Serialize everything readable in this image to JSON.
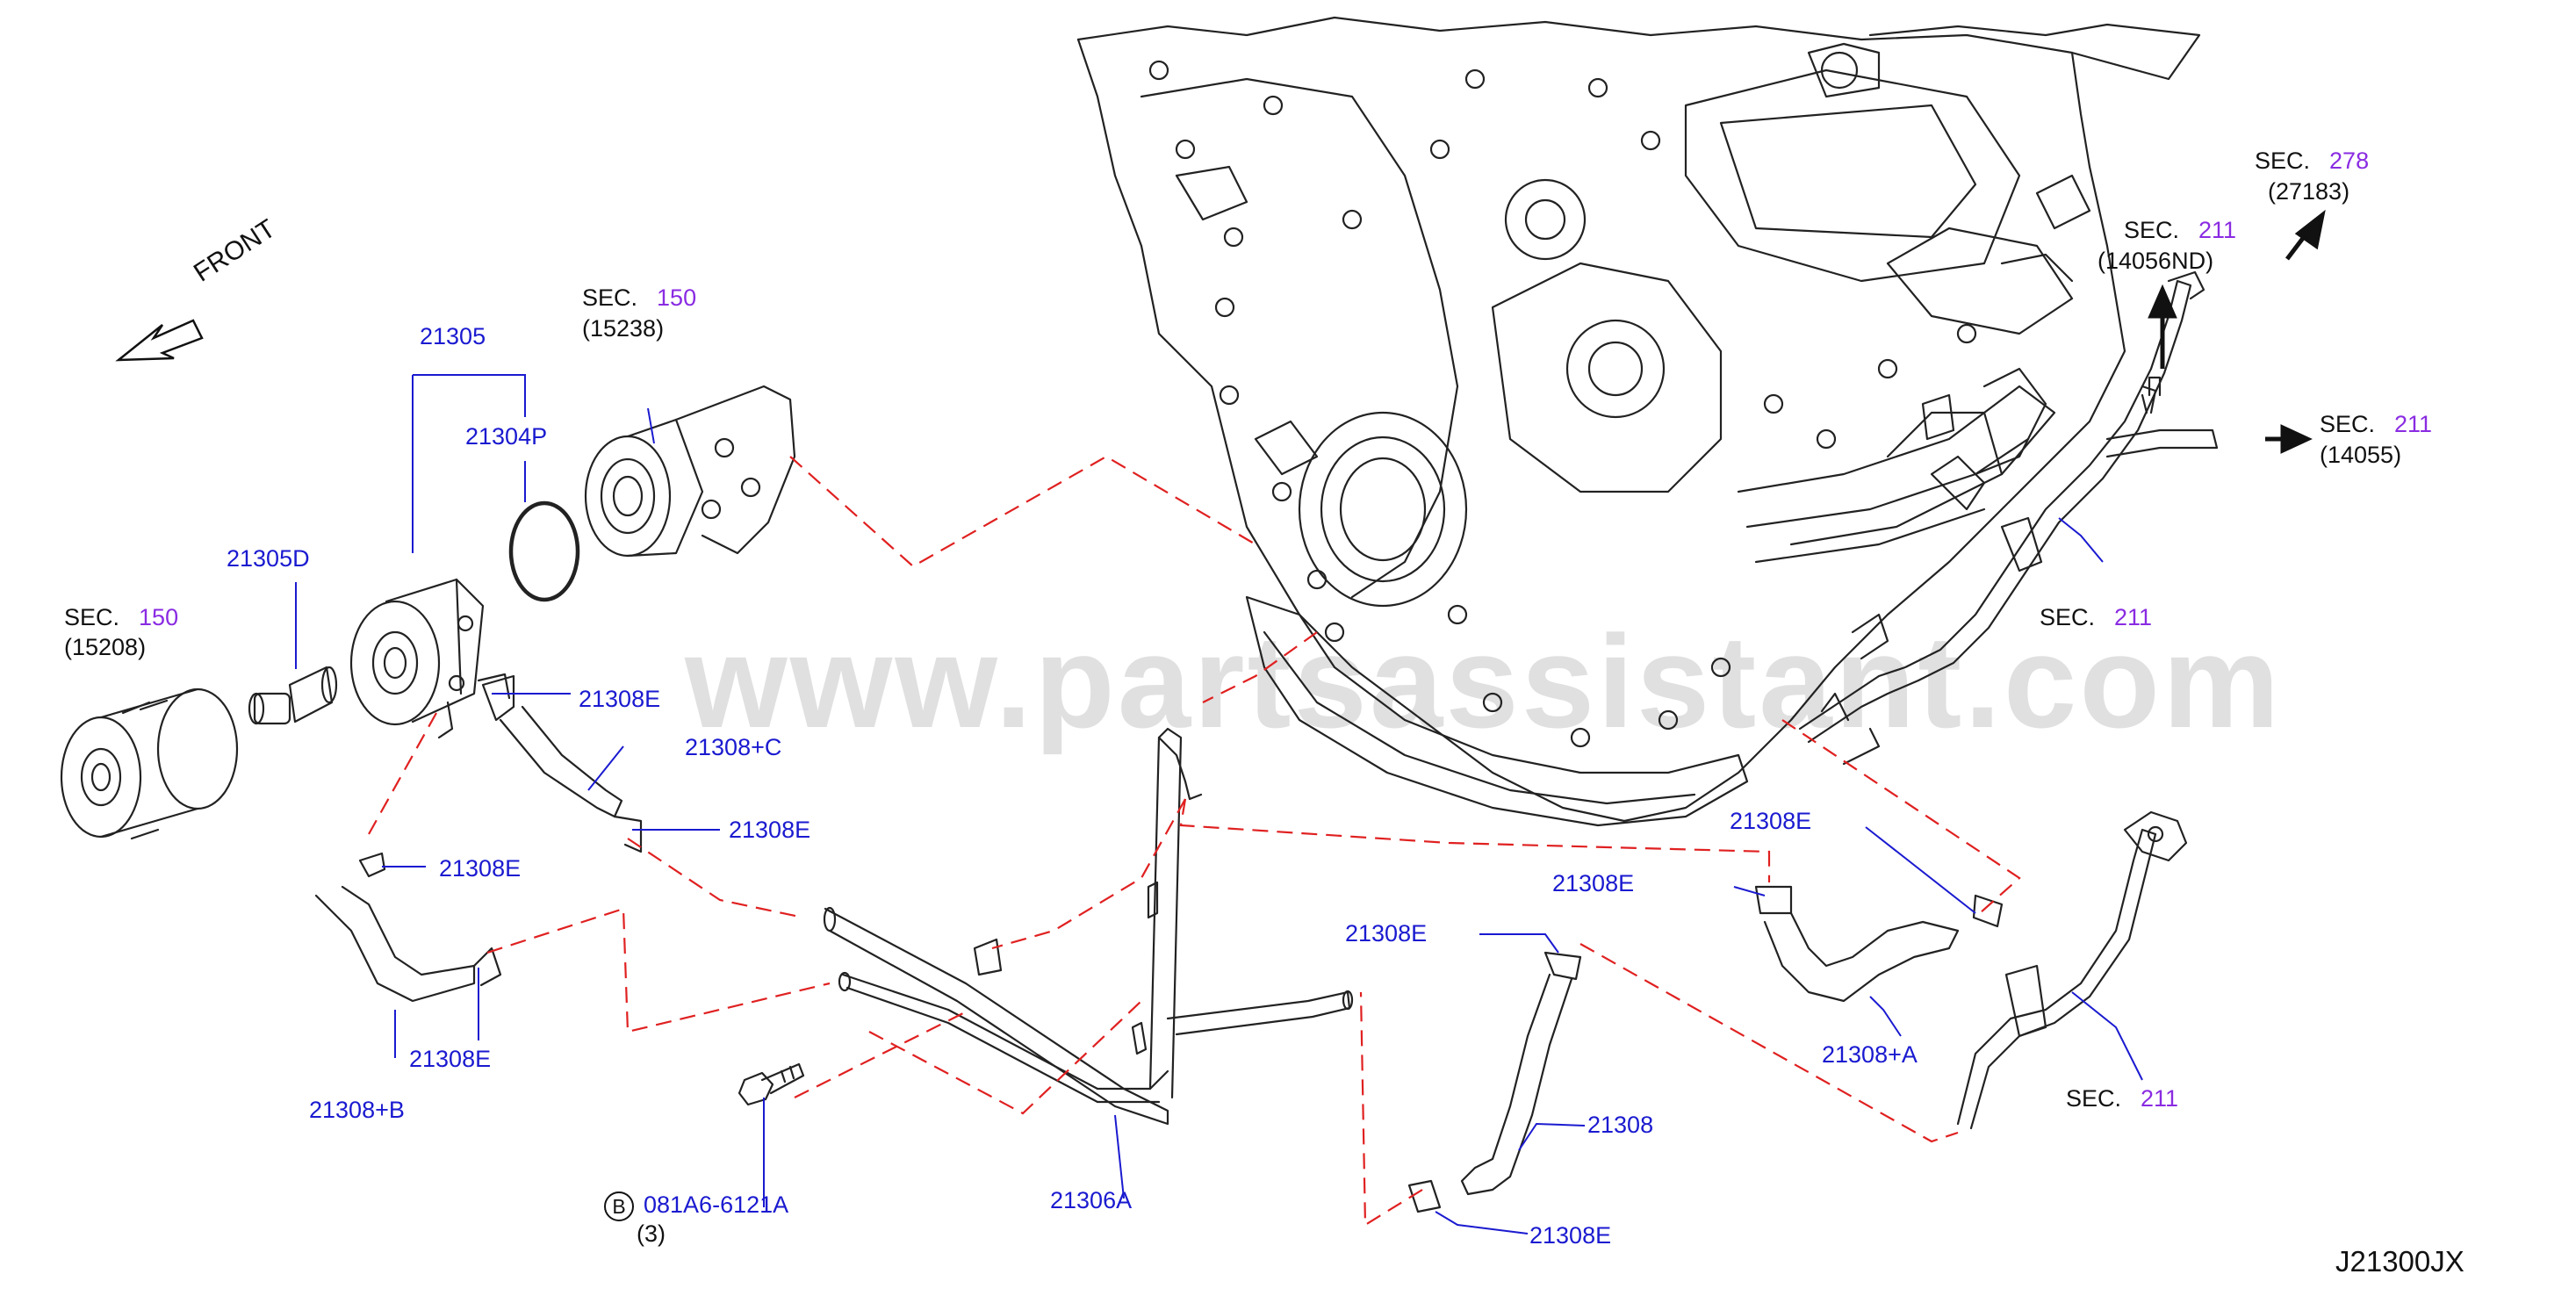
{
  "watermark": "www.partsassistant.com",
  "front_label": "FRONT",
  "diagram_code": "J21300JX",
  "sections": [
    {
      "id": "sec150a",
      "prefix": "SEC.",
      "num": "150",
      "sub": "(15238)"
    },
    {
      "id": "sec150b",
      "prefix": "SEC.",
      "num": "150",
      "sub": "(15208)"
    },
    {
      "id": "sec278",
      "prefix": "SEC.",
      "num": "278",
      "sub": "(27183)"
    },
    {
      "id": "sec211a",
      "prefix": "SEC.",
      "num": "211",
      "sub": "(14056ND)"
    },
    {
      "id": "sec211b",
      "prefix": "SEC.",
      "num": "211",
      "sub": "(14055)"
    },
    {
      "id": "sec211c",
      "prefix": "SEC.",
      "num": "211",
      "sub": ""
    },
    {
      "id": "sec211d",
      "prefix": "SEC.",
      "num": "211",
      "sub": ""
    }
  ],
  "parts": {
    "p21305": "21305",
    "p21304p": "21304P",
    "p21305d": "21305D",
    "p21308e_1": "21308E",
    "p21308c": "21308+C",
    "p21308e_2": "21308E",
    "p21308e_3": "21308E",
    "p21308e_4": "21308E",
    "p21308b": "21308+B",
    "p21306a": "21306A",
    "p21308e_5": "21308E",
    "p21308e_6": "21308E",
    "p21308": "21308",
    "p21308e_7": "21308E",
    "p21308e_8": "21308E",
    "p21308a": "21308+A",
    "bolt_mark": "B",
    "bolt": "081A6-6121A",
    "bolt_qty": "(3)"
  },
  "colors": {
    "part_label": "#1a1ad0",
    "section_number": "#8a2be2",
    "dash_line": "#e02020",
    "drawing": "#222222"
  }
}
